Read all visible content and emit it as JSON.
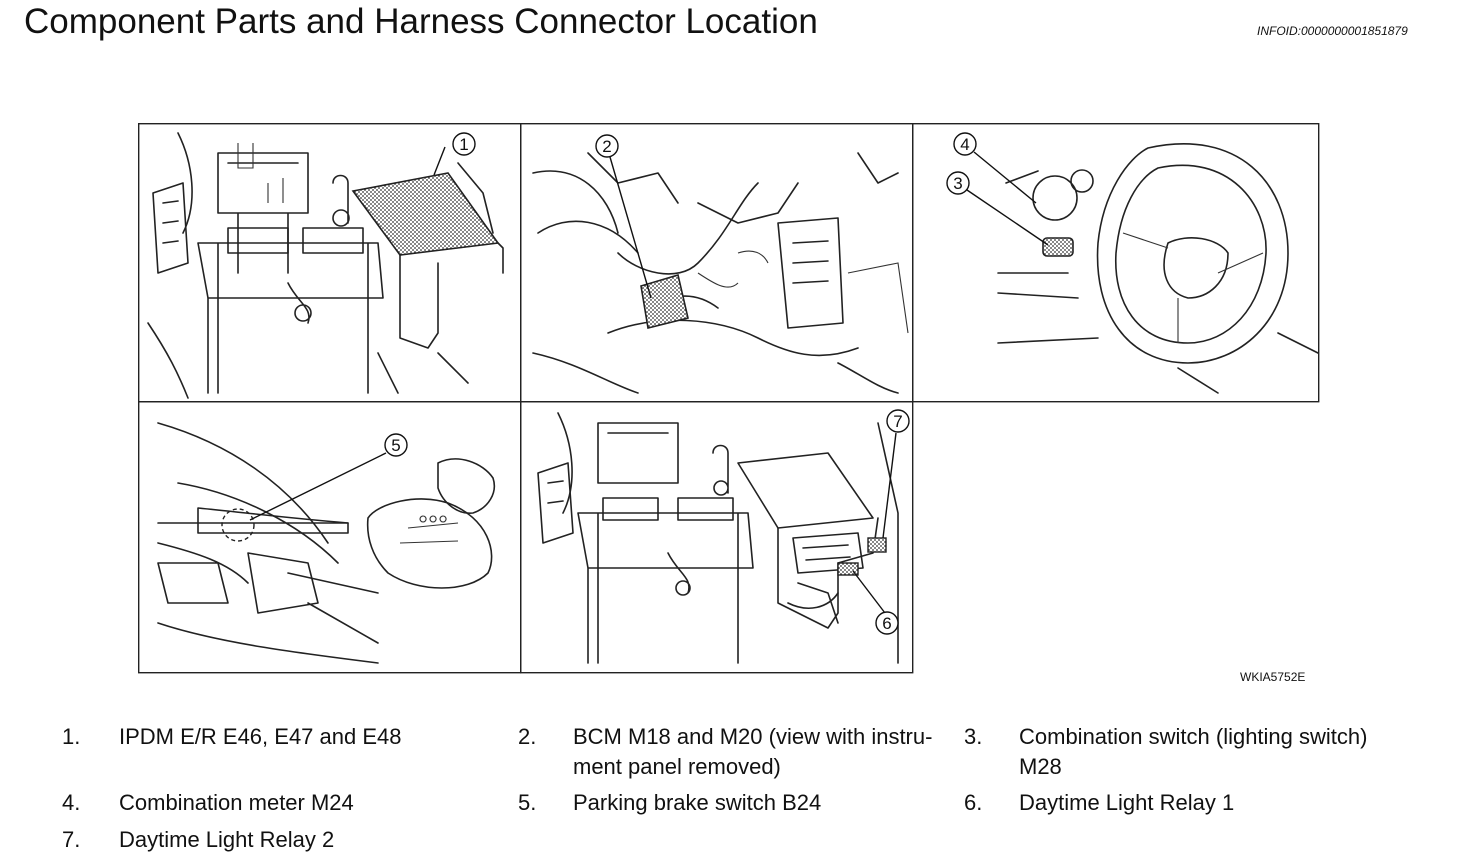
{
  "page": {
    "title": "Component Parts and Harness Connector Location",
    "info_id": "INFOID:0000000001851879"
  },
  "figure": {
    "code": "WKIA5752E",
    "callouts": [
      "1",
      "2",
      "3",
      "4",
      "5",
      "6",
      "7"
    ]
  },
  "legend": {
    "items": [
      {
        "num": "1.",
        "text": "IPDM E/R E46, E47 and E48"
      },
      {
        "num": "2.",
        "text": "BCM M18 and M20 (view with instru-\nment panel removed)"
      },
      {
        "num": "3.",
        "text": "Combination switch (lighting switch)\nM28"
      },
      {
        "num": "4.",
        "text": "Combination meter M24"
      },
      {
        "num": "5.",
        "text": "Parking brake switch B24"
      },
      {
        "num": "6.",
        "text": "Daytime Light Relay 1"
      },
      {
        "num": "7.",
        "text": "Daytime Light Relay 2"
      }
    ]
  }
}
